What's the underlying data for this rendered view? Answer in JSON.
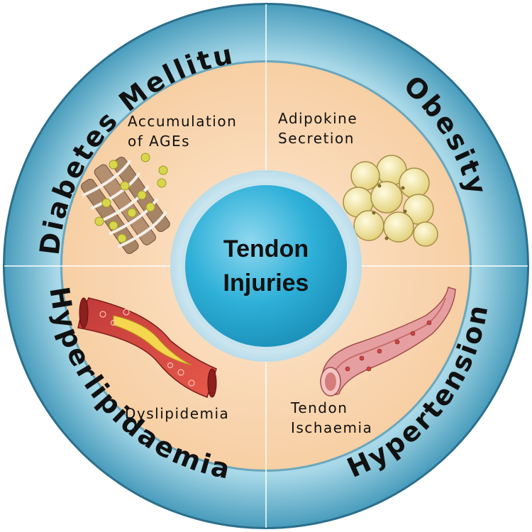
{
  "center": {
    "line1": "Tendon",
    "line2": "Injuries"
  },
  "outer_ring": {
    "diabetes": "Diabetes Mellitus",
    "obesity": "Obesity",
    "hyperlipidaemia": "Hyperlipidaemia",
    "hypertension": "Hypertension"
  },
  "mechanisms": {
    "ages_line1": "Accumulation",
    "ages_line2": "of AGEs",
    "adipokine_line1": "Adipokine",
    "adipokine_line2": "Secretion",
    "dyslipidemia": "Dyslipidemia",
    "ischaemia_line1": "Tendon",
    "ischaemia_line2": "Ischaemia"
  },
  "colors": {
    "ring": "#5fb0cc",
    "inner": "#fbd9b8",
    "center": "#1fa6cf"
  }
}
